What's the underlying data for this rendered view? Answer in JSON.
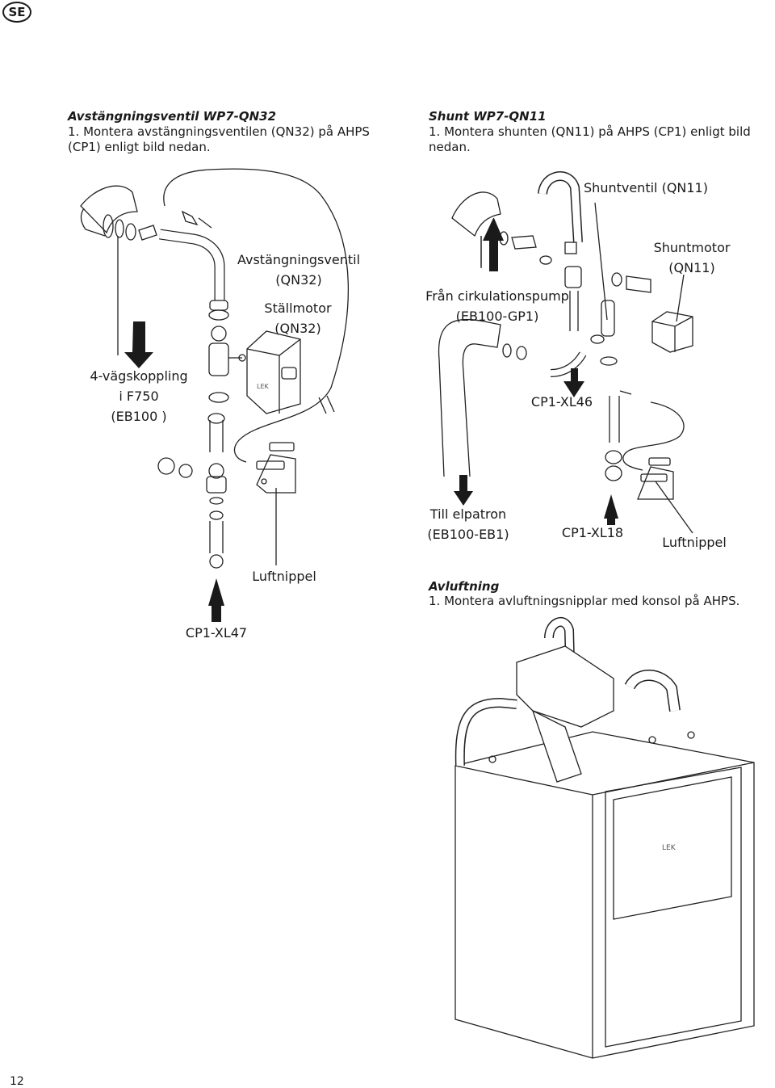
{
  "lang_badge": "SE",
  "sections": {
    "shutoff": {
      "heading": "Avstängningsventil WP7-QN32",
      "step_lines": [
        "1.  Montera avstängningsventilen (QN32) på AHPS",
        "(CP1) enligt bild nedan."
      ]
    },
    "shunt": {
      "heading": "Shunt WP7-QN11",
      "step_lines": [
        "1.  Montera shunten (QN11) på AHPS (CP1) enligt bild",
        "nedan."
      ]
    },
    "vent": {
      "heading": "Avluftning",
      "step": "1.  Montera avluftningsnipplar med konsol på AHPS."
    }
  },
  "labels": {
    "shutoff_valve": [
      "Avstängningsventil",
      "(QN32)"
    ],
    "actuator": [
      "Ställmotor",
      "(QN32)"
    ],
    "four_way": [
      "4-vägskoppling",
      "i F750",
      "(EB100 )"
    ],
    "nipple_left": "Luftnippel",
    "xl47": "CP1-XL47",
    "shunt_valve": "Shuntventil (QN11)",
    "shunt_motor": [
      "Shuntmotor",
      "(QN11)"
    ],
    "from_pump": [
      "Från cirkulationspump",
      "(EB100-GP1)"
    ],
    "xl46": "CP1-XL46",
    "to_heater": [
      "Till elpatron",
      "(EB100-EB1)"
    ],
    "xl18": "CP1-XL18",
    "nipple_right": "Luftnippel",
    "motor_mark": "LEK",
    "unit_mark": "LEK"
  },
  "page_number": "12"
}
